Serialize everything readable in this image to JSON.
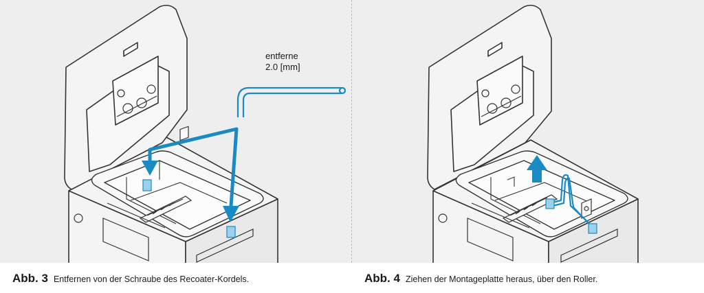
{
  "figures": [
    {
      "number": "Abb. 3",
      "caption": "Entfernen von der Schraube des Recoater-Kordels.",
      "tool_label": {
        "line1": "entferne",
        "line2": "2.0 [mm]"
      }
    },
    {
      "number": "Abb. 4",
      "caption": "Ziehen der Montageplatte heraus, über den Roller."
    }
  ],
  "colors": {
    "accent": "#1a8ac4",
    "line": "#333333",
    "panel_bg": "#eeeeee",
    "machine_fill": "#f4f4f4"
  }
}
